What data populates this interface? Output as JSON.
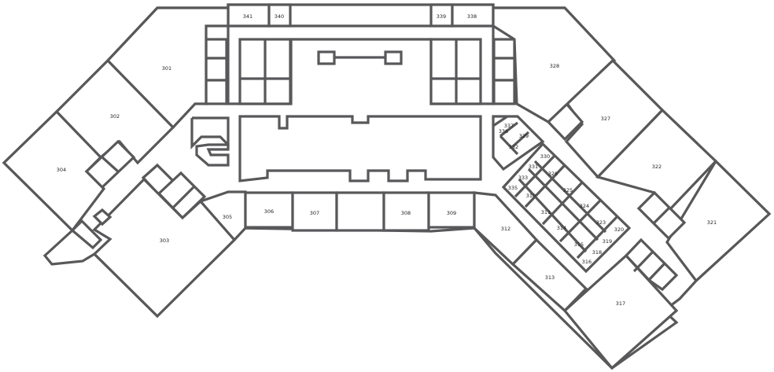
{
  "floor_plan": {
    "wall_color": "#58585a",
    "background": "#ffffff",
    "rooms": [
      {
        "id": "301",
        "label": "301"
      },
      {
        "id": "302",
        "label": "302"
      },
      {
        "id": "303",
        "label": "303"
      },
      {
        "id": "304",
        "label": "304"
      },
      {
        "id": "305",
        "label": "305"
      },
      {
        "id": "306",
        "label": "306"
      },
      {
        "id": "307",
        "label": "307"
      },
      {
        "id": "308",
        "label": "308"
      },
      {
        "id": "309",
        "label": "309"
      },
      {
        "id": "310",
        "label": "310"
      },
      {
        "id": "311",
        "label": "311"
      },
      {
        "id": "312",
        "label": "312"
      },
      {
        "id": "313",
        "label": "313"
      },
      {
        "id": "314",
        "label": "314"
      },
      {
        "id": "315",
        "label": "315"
      },
      {
        "id": "316",
        "label": "316"
      },
      {
        "id": "317",
        "label": "317"
      },
      {
        "id": "318",
        "label": "318"
      },
      {
        "id": "319",
        "label": "319"
      },
      {
        "id": "320",
        "label": "320"
      },
      {
        "id": "321",
        "label": "321"
      },
      {
        "id": "322",
        "label": "322"
      },
      {
        "id": "323",
        "label": "323"
      },
      {
        "id": "324",
        "label": "324"
      },
      {
        "id": "325",
        "label": "325"
      },
      {
        "id": "326",
        "label": "326"
      },
      {
        "id": "327",
        "label": "327"
      },
      {
        "id": "328",
        "label": "328"
      },
      {
        "id": "329",
        "label": "329"
      },
      {
        "id": "330",
        "label": "330"
      },
      {
        "id": "331",
        "label": "331"
      },
      {
        "id": "332",
        "label": "332"
      },
      {
        "id": "333",
        "label": "333"
      },
      {
        "id": "335",
        "label": "335"
      },
      {
        "id": "336",
        "label": "336"
      },
      {
        "id": "337",
        "label": "337"
      },
      {
        "id": "338",
        "label": "338"
      },
      {
        "id": "339",
        "label": "339"
      },
      {
        "id": "340",
        "label": "340"
      },
      {
        "id": "341",
        "label": "341"
      }
    ]
  }
}
